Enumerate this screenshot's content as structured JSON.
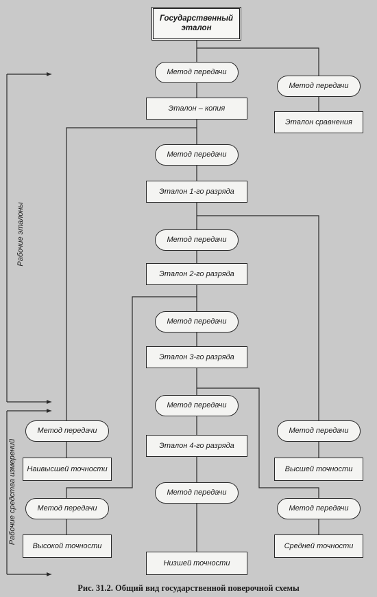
{
  "colors": {
    "background": "#c9c9c9",
    "box_fill": "#f4f4f2",
    "line": "#2a2a2a"
  },
  "nodes": {
    "root": "Государственный эталон",
    "method": "Метод передачи",
    "copy": "Эталон – копия",
    "comparison": "Эталон сравнения",
    "rank1": "Эталон 1-го разряда",
    "rank2": "Эталон 2-го разряда",
    "rank3": "Эталон 3-го разряда",
    "rank4": "Эталон 4-го разряда",
    "highest": "Наивысшей точности",
    "high": "Высокой точности",
    "lowest": "Низшей точности",
    "higher": "Высшей точности",
    "medium": "Средней точности"
  },
  "side_labels": {
    "working_standards": "Рабочие эталоны",
    "working_instruments": "Рабочие средства измерений"
  },
  "caption": "Рис. 31.2. Общий вид государственной поверочной схемы"
}
